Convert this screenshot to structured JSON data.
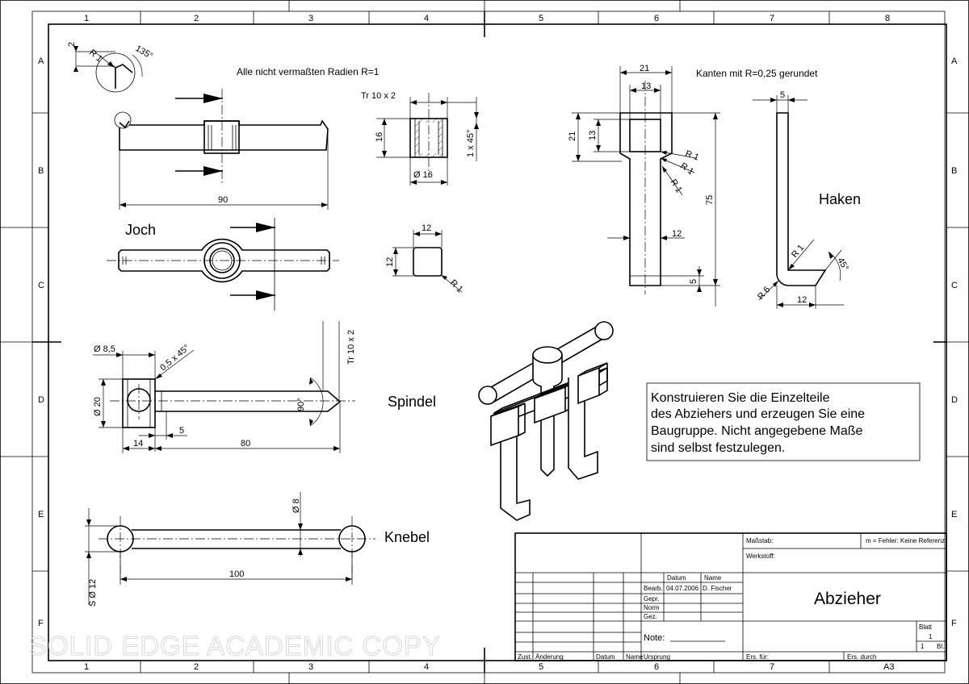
{
  "grid": {
    "columns": [
      "1",
      "2",
      "3",
      "4",
      "5",
      "6",
      "7",
      "8"
    ],
    "rows": [
      "A",
      "B",
      "C",
      "D",
      "E",
      "F"
    ]
  },
  "notes": {
    "radii": "Alle nicht vermaßten Radien R=1",
    "edges": "Kanten mit R=0,25 gerundet"
  },
  "parts": {
    "joch": "Joch",
    "haken": "Haken",
    "spindel": "Spindel",
    "knebel": "Knebel"
  },
  "task": {
    "lines": [
      "Konstruieren Sie die Einzelteile",
      "des Abziehers und erzeugen Sie eine",
      "Baugruppe. Nicht angegebene Maße",
      "sind selbst festzulegen."
    ]
  },
  "dims": {
    "detail_2": "2",
    "detail_r1": "R 1",
    "detail_135": "135°",
    "joch_90": "90",
    "joch_thread": "Tr 10 x 2",
    "joch_16": "16",
    "joch_d16": "Ø 16",
    "joch_chamfer": "1 x 45°",
    "joch_12h": "12",
    "joch_12v": "12",
    "joch_r1": "R 1",
    "haken_21h": "21",
    "haken_13h": "13",
    "haken_21v": "21",
    "haken_13v": "13",
    "haken_r1a": "R 1",
    "haken_r1b": "R 1",
    "haken_r1c": "R 1",
    "haken_75": "75",
    "haken_12": "12",
    "haken_5": "5",
    "haken2_5": "5",
    "haken2_r1": "R 1",
    "haken2_r6": "R 6",
    "haken2_45": "45°",
    "haken2_12": "12",
    "sp_d85": "Ø 8,5",
    "sp_chamfer": "0,5 x 45°",
    "sp_d20": "Ø 20",
    "sp_thread": "Tr 10 x 2",
    "sp_90": "90°",
    "sp_5": "5",
    "sp_14": "14",
    "sp_80": "80",
    "kn_d8": "Ø 8",
    "kn_sd12": "S Ø 12",
    "kn_100": "100"
  },
  "title_block": {
    "massstab": "Maßstab:",
    "massstab_value": "m = Fehler: Keine Referenz",
    "werkstoff": "Werkstoff:",
    "datum": "Datum",
    "name": "Name",
    "bearb": "Bearb.",
    "bearb_date": "04.07.2006",
    "bearb_name": "D. Fischer",
    "gepr": "Gepr.",
    "norm": "Norm",
    "gez": "Gez.",
    "drawing_title": "Abzieher",
    "note": "Note:",
    "blatt": "Blatt",
    "blatt_nr": "1",
    "blatt_total": "1",
    "bl": "Bl.",
    "zust": "Zust.",
    "aenderung": "Änderung",
    "datum2": "Datum",
    "name2": "Name",
    "ursprung": "Ursprung",
    "ers_fuer": "Ers. für:",
    "ers_durch": "Ers. durch",
    "format": "A3"
  },
  "watermark": "SOLID EDGE ACADEMIC COPY"
}
